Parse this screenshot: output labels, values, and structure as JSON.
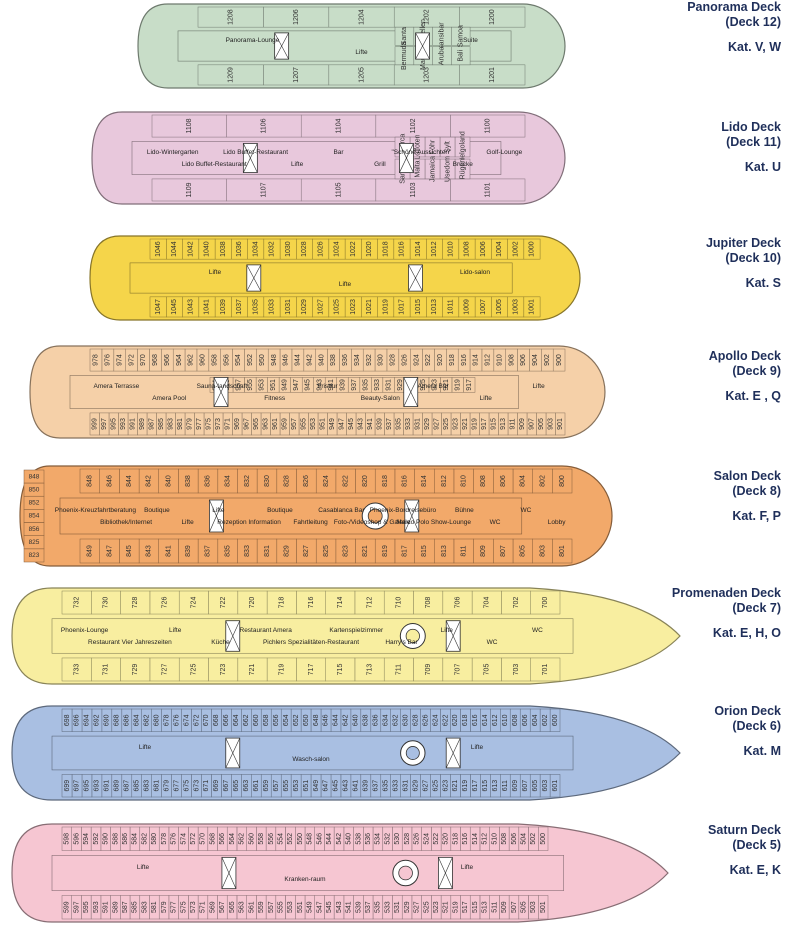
{
  "decks": [
    {
      "id": "deck12",
      "name": "Panorama Deck",
      "number": "(Deck 12)",
      "category": "Kat. V, W",
      "color": "#c8ddc8",
      "labels": [
        "Panorama-Lounge",
        "Lifte",
        "Suite"
      ],
      "cabins_top": [
        "1200",
        "1202",
        "1204",
        "1206",
        "1208"
      ],
      "cabins_bottom": [
        "1201",
        "1203",
        "1205",
        "1207",
        "1209"
      ],
      "cabin_names_top": [
        "Samoa",
        "Sansibar",
        "Seychellen",
        "Santa"
      ],
      "cabin_names_bottom": [
        "Bali",
        "Aruba",
        "Mauritius",
        "Bermuda"
      ]
    },
    {
      "id": "deck11",
      "name": "Lido Deck",
      "number": "(Deck 11)",
      "category": "Kat. U",
      "color": "#e8c8dc",
      "labels": [
        "Lido-Wintergarten",
        "Lido Buffet-Restaurant",
        "Lido Buffet-Restaurant",
        "Lifte",
        "Bar",
        "Grill",
        "\"Schöne Aussichten\"",
        "Brücke",
        "Golf-Lounge"
      ],
      "cabins_top": [
        "1100",
        "1102",
        "1104",
        "1106",
        "1108"
      ],
      "cabins_bottom": [
        "1101",
        "1103",
        "1105",
        "1107",
        "1109"
      ],
      "cabin_names_top": [
        "Helgoland",
        "Sylt",
        "Föhr",
        "Loffoten",
        "Mallorca"
      ],
      "cabin_names_bottom": [
        "Rügen",
        "Usedom",
        "Jamaica",
        "Malta",
        "Sardinien"
      ]
    },
    {
      "id": "deck10",
      "name": "Jupiter Deck",
      "number": "(Deck 10)",
      "category": "Kat. S",
      "color": "#f5d54a",
      "labels": [
        "Lifte",
        "Lifte",
        "Lido-salon"
      ],
      "cabins_top": [
        "1000",
        "1002",
        "1004",
        "1006",
        "1008",
        "1010",
        "1012",
        "1014",
        "1016",
        "1018",
        "1020",
        "1022",
        "1024",
        "1026",
        "1028",
        "1030",
        "1032",
        "1034",
        "1036",
        "1038",
        "1040",
        "1042",
        "1044",
        "1046"
      ],
      "cabins_bottom": [
        "1001",
        "1003",
        "1005",
        "1007",
        "1009",
        "1011",
        "1013",
        "1015",
        "1017",
        "1019",
        "1021",
        "1023",
        "1025",
        "1027",
        "1029",
        "1031",
        "1033",
        "1035",
        "1037",
        "1039",
        "1041",
        "1043",
        "1045",
        "1047"
      ]
    },
    {
      "id": "deck9",
      "name": "Apollo Deck",
      "number": "(Deck 9)",
      "category": "Kat. E , Q",
      "color": "#f5d0a8",
      "labels": [
        "Amera Terrasse",
        "Amera Pool",
        "Sauna-landschaft",
        "Fitness",
        "Friseur",
        "Beauty-Salon",
        "Amera Bar",
        "Lifte",
        "Lifte"
      ],
      "cabins_top": [
        "900",
        "902",
        "904",
        "906",
        "908",
        "910",
        "912",
        "914",
        "916",
        "918",
        "920",
        "922",
        "924",
        "926",
        "928",
        "930",
        "932",
        "934",
        "936",
        "938",
        "940",
        "942",
        "944",
        "946",
        "948",
        "950",
        "952",
        "954",
        "956",
        "958",
        "960",
        "962",
        "964",
        "966",
        "968",
        "970",
        "972",
        "974",
        "976",
        "978"
      ],
      "cabins_mid_top": [
        "917",
        "919",
        "921",
        "923",
        "925",
        "927",
        "929",
        "931",
        "933",
        "935",
        "937",
        "939",
        "941",
        "943",
        "945",
        "947",
        "949",
        "951",
        "953",
        "955",
        "957",
        "959",
        "961"
      ],
      "cabins_bottom": [
        "901",
        "903",
        "905",
        "907",
        "909",
        "911",
        "913",
        "915",
        "917",
        "919",
        "921",
        "923",
        "925",
        "927",
        "929",
        "931",
        "933",
        "935",
        "937",
        "939",
        "941",
        "943",
        "945",
        "947",
        "949",
        "951",
        "953",
        "955",
        "957",
        "959",
        "961",
        "963",
        "965",
        "967",
        "969",
        "971",
        "973",
        "975",
        "977",
        "979",
        "981",
        "983",
        "985",
        "987",
        "989",
        "991",
        "993",
        "995",
        "997",
        "999"
      ]
    },
    {
      "id": "deck8",
      "name": "Salon Deck",
      "number": "(Deck 8)",
      "category": "Kat. F, P",
      "color": "#f2a96a",
      "labels": [
        "Phoenix-Kreuzfahrtberatung",
        "Bibliothek/Internet",
        "Boutique",
        "Lifte",
        "Lifte",
        "Rezeption Information",
        "Boutique",
        "Fahrtleitung",
        "Casablanca Bar",
        "Foto-/Videoshop & Galerie",
        "Phoenix-Bordreisebüro",
        "Marco Polo Show-Lounge",
        "Bühne",
        "WC",
        "WC",
        "Lobby"
      ],
      "cabins_top": [
        "800",
        "802",
        "804",
        "806",
        "808",
        "810",
        "812",
        "814",
        "816",
        "818",
        "820",
        "822",
        "824",
        "826",
        "828",
        "830",
        "832",
        "834",
        "836",
        "838",
        "840",
        "842",
        "844",
        "846",
        "848"
      ],
      "cabins_bottom": [
        "801",
        "803",
        "805",
        "807",
        "809",
        "811",
        "813",
        "815",
        "817",
        "819",
        "821",
        "823",
        "825",
        "827",
        "829",
        "831",
        "833",
        "835",
        "837",
        "839",
        "841",
        "843",
        "845",
        "847",
        "849"
      ],
      "cabins_stern": [
        "848",
        "850",
        "852",
        "854",
        "856",
        "825",
        "823"
      ]
    },
    {
      "id": "deck7",
      "name": "Promenaden Deck",
      "number": "(Deck 7)",
      "category": "Kat. E, H, O",
      "color": "#f8eea0",
      "labels": [
        "Phoenix-Lounge",
        "Restaurant Vier Jahreszeiten",
        "Lifte",
        "Küche",
        "Restaurant Amera",
        "Pichlers Spezialitäten-Restaurant",
        "Kartenspielzimmer",
        "Harry's Bar",
        "Lifte",
        "WC",
        "WC"
      ],
      "cabins_top": [
        "700",
        "702",
        "704",
        "706",
        "708",
        "710",
        "712",
        "714",
        "716",
        "718",
        "720",
        "722",
        "724",
        "726",
        "728",
        "730",
        "732"
      ],
      "cabins_bottom": [
        "701",
        "703",
        "705",
        "707",
        "709",
        "711",
        "713",
        "715",
        "717",
        "719",
        "721",
        "723",
        "725",
        "727",
        "729",
        "731",
        "733"
      ]
    },
    {
      "id": "deck6",
      "name": "Orion Deck",
      "number": "(Deck 6)",
      "category": "Kat. M",
      "color": "#a9bfe2",
      "labels": [
        "Lifte",
        "Wasch-salon",
        "Lifte"
      ],
      "cabins_top": [
        "600",
        "602",
        "604",
        "606",
        "608",
        "610",
        "612",
        "614",
        "616",
        "618",
        "620",
        "622",
        "624",
        "626",
        "628",
        "630",
        "632",
        "634",
        "636",
        "638",
        "640",
        "642",
        "644",
        "646",
        "648",
        "650",
        "652",
        "654",
        "656",
        "658",
        "660",
        "662",
        "664",
        "666",
        "668",
        "670",
        "672",
        "674",
        "676",
        "678",
        "680",
        "682",
        "684",
        "686",
        "688",
        "690",
        "692",
        "694",
        "696",
        "698"
      ],
      "cabins_bottom": [
        "601",
        "603",
        "605",
        "607",
        "609",
        "611",
        "613",
        "615",
        "617",
        "619",
        "621",
        "623",
        "625",
        "627",
        "629",
        "631",
        "633",
        "635",
        "637",
        "639",
        "641",
        "643",
        "645",
        "647",
        "649",
        "651",
        "653",
        "655",
        "657",
        "659",
        "661",
        "663",
        "665",
        "667",
        "669",
        "671",
        "673",
        "675",
        "677",
        "679",
        "681",
        "683",
        "685",
        "687",
        "689",
        "691",
        "693",
        "695",
        "697",
        "699"
      ]
    },
    {
      "id": "deck5",
      "name": "Saturn Deck",
      "number": "(Deck 5)",
      "category": "Kat.  E, K",
      "color": "#f6c6d2",
      "labels": [
        "Lifte",
        "Kranken-raum",
        "Lifte"
      ],
      "cabins_top": [
        "500",
        "502",
        "504",
        "506",
        "508",
        "510",
        "512",
        "514",
        "516",
        "518",
        "520",
        "522",
        "524",
        "526",
        "528",
        "530",
        "532",
        "534",
        "536",
        "538",
        "540",
        "542",
        "544",
        "546",
        "548",
        "550",
        "552",
        "554",
        "556",
        "558",
        "560",
        "562",
        "564",
        "566",
        "568",
        "570",
        "572",
        "574",
        "576",
        "578",
        "580",
        "582",
        "584",
        "586",
        "588",
        "590",
        "592",
        "594",
        "596",
        "598"
      ],
      "cabins_bottom": [
        "501",
        "503",
        "505",
        "507",
        "509",
        "511",
        "513",
        "515",
        "517",
        "519",
        "521",
        "523",
        "525",
        "527",
        "529",
        "531",
        "533",
        "535",
        "537",
        "539",
        "541",
        "543",
        "545",
        "547",
        "549",
        "551",
        "553",
        "555",
        "557",
        "559",
        "561",
        "563",
        "565",
        "567",
        "569",
        "571",
        "573",
        "575",
        "577",
        "579",
        "581",
        "583",
        "585",
        "587",
        "589",
        "591",
        "593",
        "595",
        "597",
        "599"
      ]
    }
  ]
}
